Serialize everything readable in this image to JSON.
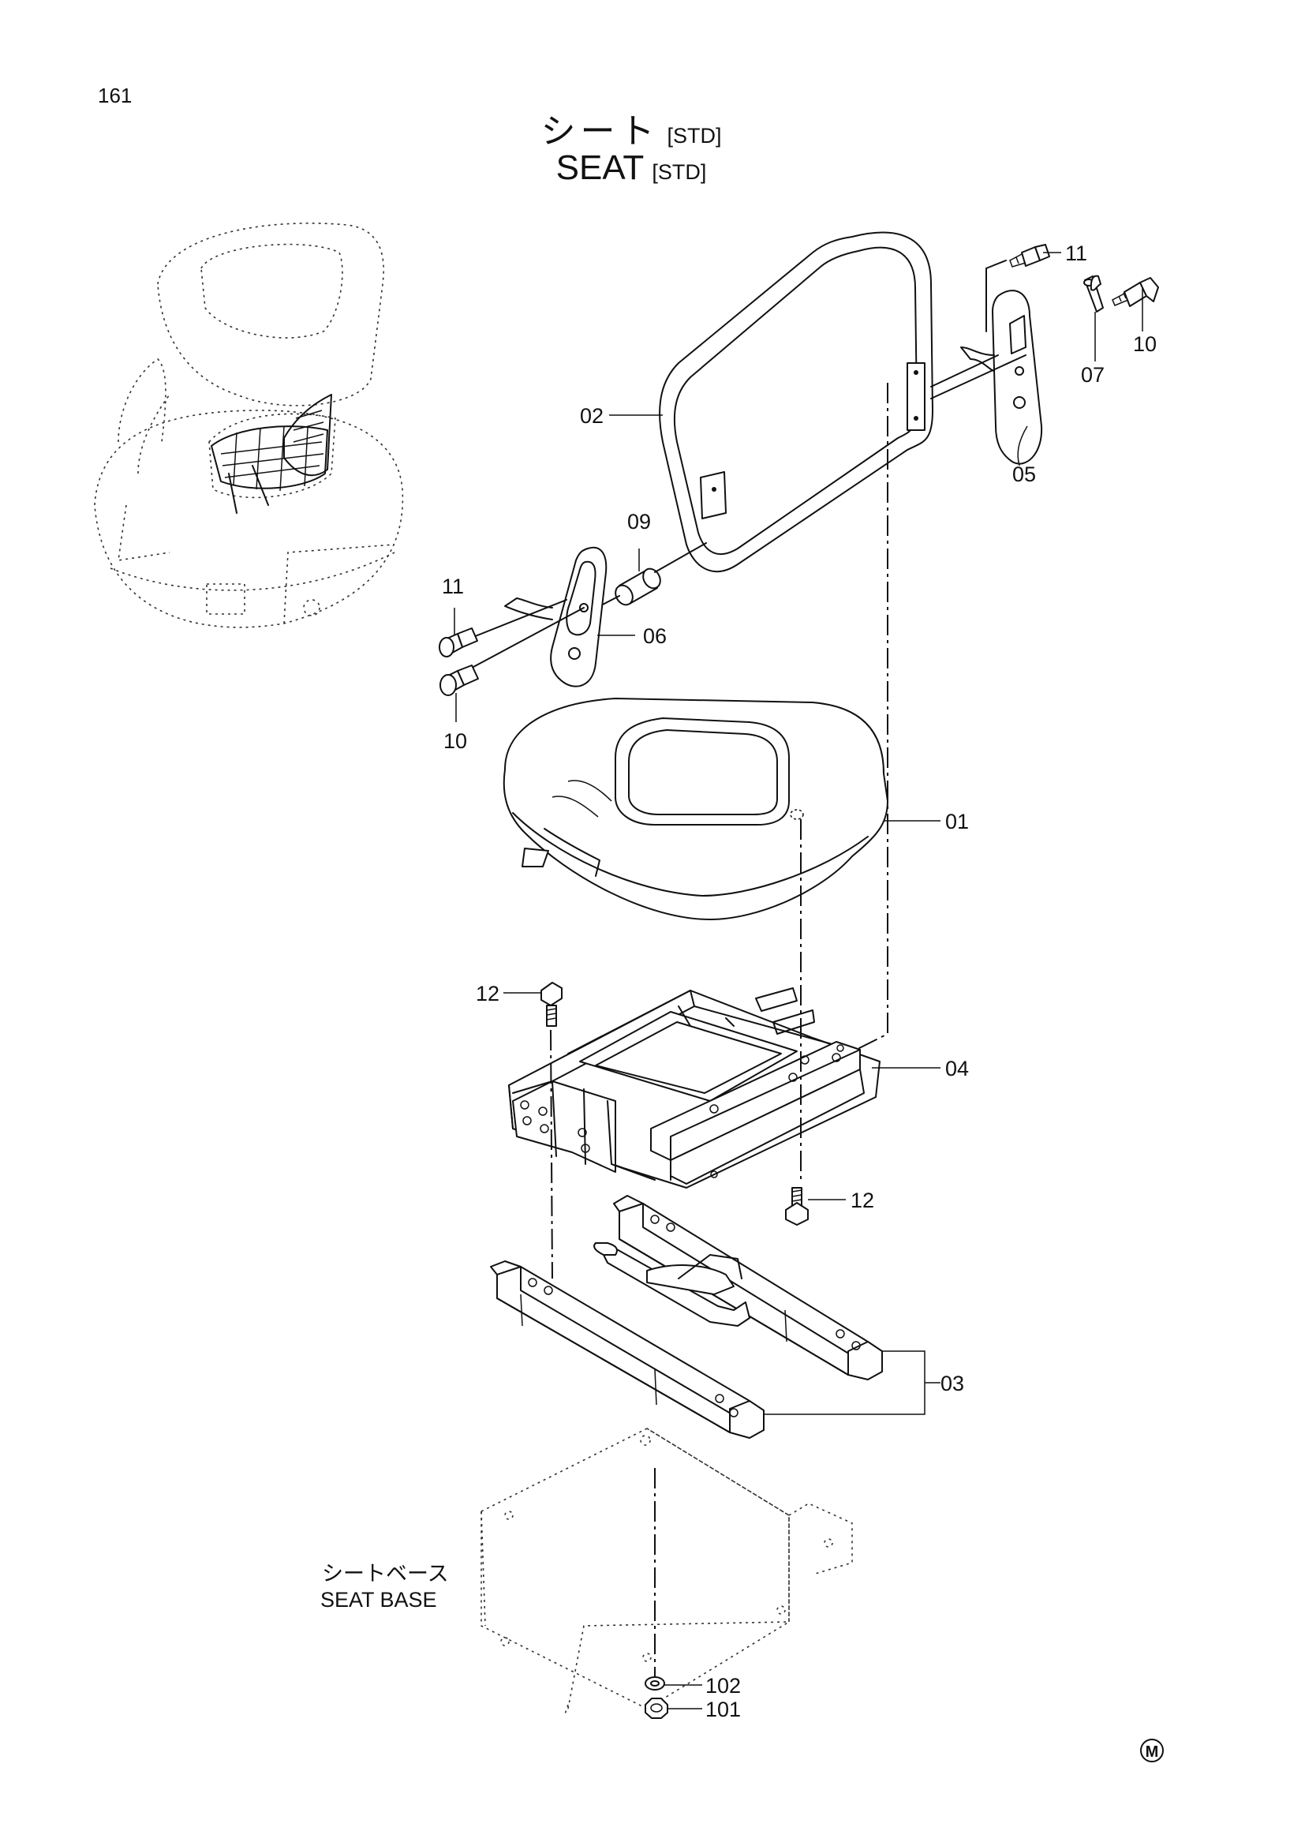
{
  "header": {
    "page_number": "161",
    "title_ja": "シート",
    "title_en": "SEAT",
    "title_suffix": "[STD]"
  },
  "seat_base_label": {
    "ja": "シートベース",
    "en": "SEAT BASE"
  },
  "callouts": {
    "c01": "01",
    "c02": "02",
    "c03": "03",
    "c04": "04",
    "c05": "05",
    "c06": "06",
    "c07": "07",
    "c09": "09",
    "c10_right": "10",
    "c10_left": "10",
    "c11_right": "11",
    "c11_left": "11",
    "c12_top": "12",
    "c12_bottom": "12",
    "c101": "101",
    "c102": "102"
  },
  "maker_mark": "M"
}
